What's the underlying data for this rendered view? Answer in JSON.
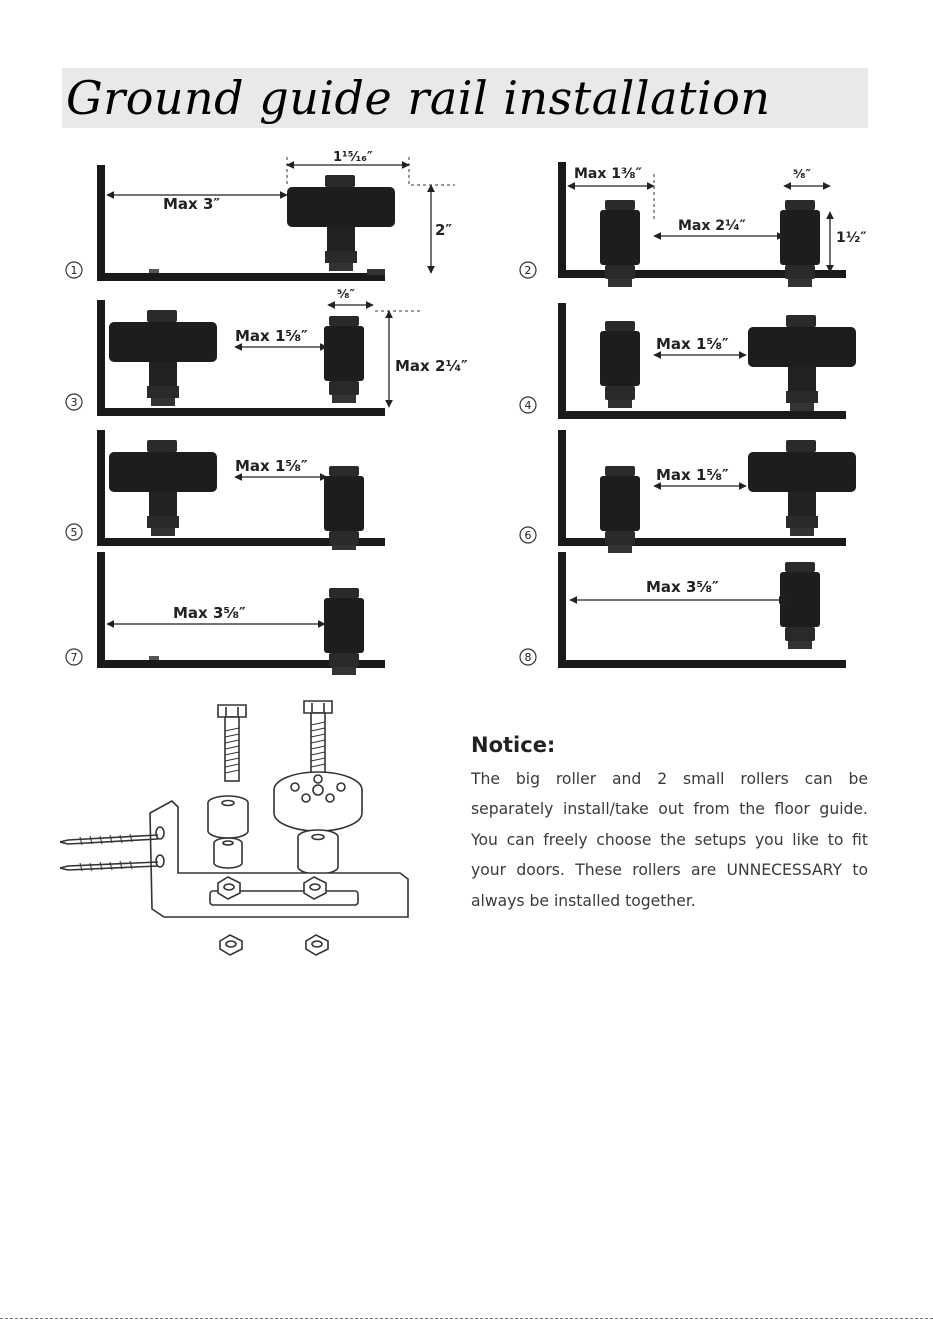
{
  "title": "Ground guide rail installation",
  "configs": [
    {
      "number": "1",
      "dims": [
        "Max 3″",
        "1¹⁵⁄₁₆″",
        "2″"
      ]
    },
    {
      "number": "2",
      "dims": [
        "Max 1³⁄₈″",
        "⁵⁄₈″",
        "Max 2¹⁄₄″",
        "1¹⁄₂″"
      ]
    },
    {
      "number": "3",
      "dims": [
        "Max 1⁵⁄₈″",
        "⁵⁄₈″",
        "Max 2¹⁄₄″"
      ]
    },
    {
      "number": "4",
      "dims": [
        "Max 1⁵⁄₈″"
      ]
    },
    {
      "number": "5",
      "dims": [
        "Max 1⁵⁄₈″"
      ]
    },
    {
      "number": "6",
      "dims": [
        "Max 1⁵⁄₈″"
      ]
    },
    {
      "number": "7",
      "dims": [
        "Max 3⁵⁄₈″"
      ]
    },
    {
      "number": "8",
      "dims": [
        "Max 3⁵⁄₈″"
      ]
    }
  ],
  "notice": {
    "heading": "Notice:",
    "body": "The big roller and 2 small rollers can be separately install/take out from the floor guide. You can freely choose the setups you like to fit your doors. These rollers are UNNECESSARY to always be installed together."
  }
}
